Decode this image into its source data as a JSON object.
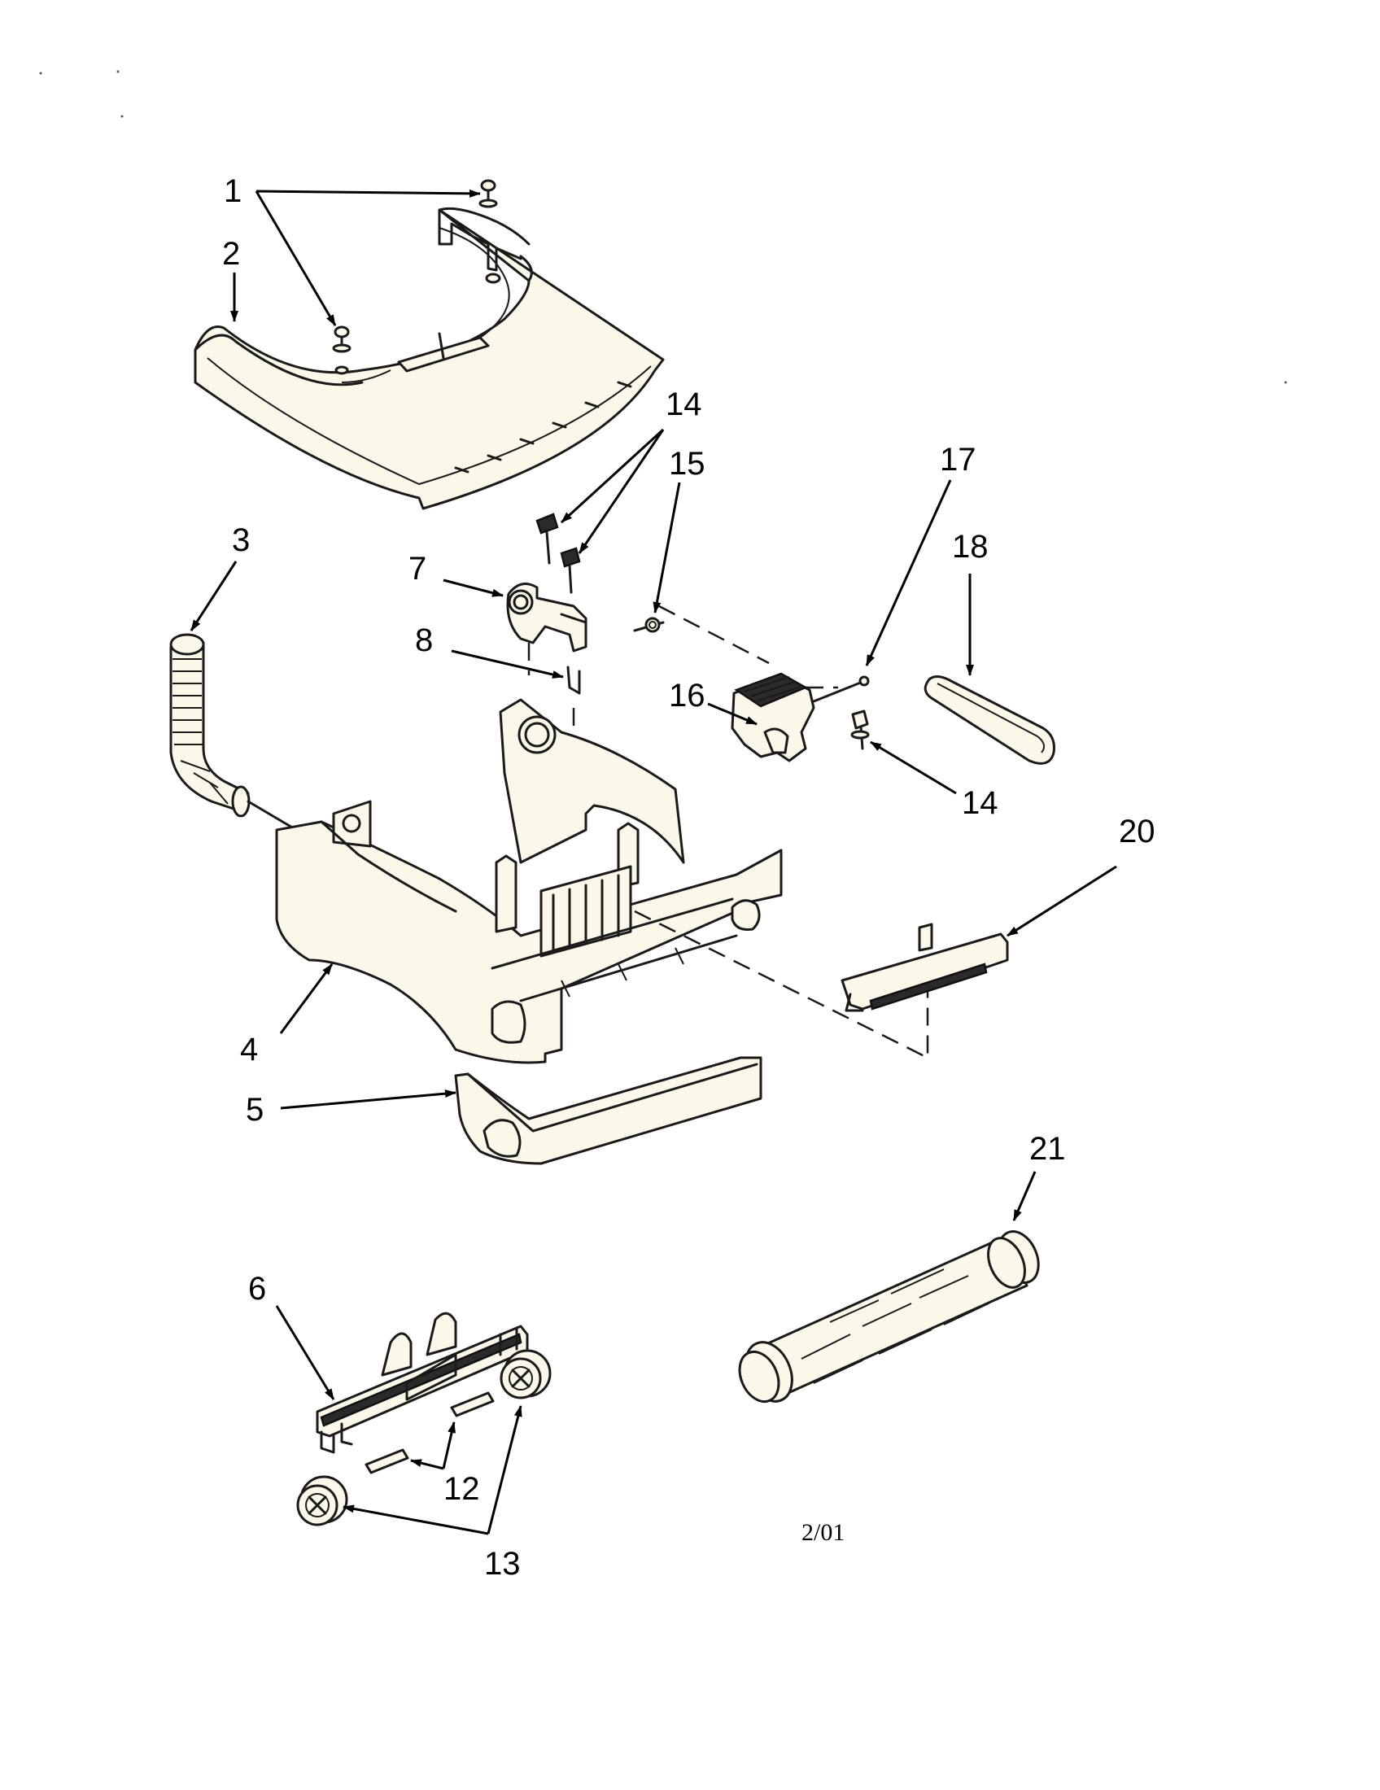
{
  "callouts": {
    "c1": "1",
    "c2": "2",
    "c3": "3",
    "c4": "4",
    "c5": "5",
    "c6": "6",
    "c7": "7",
    "c8": "8",
    "c12": "12",
    "c13": "13",
    "c14a": "14",
    "c14b": "14",
    "c15": "15",
    "c16": "16",
    "c17": "17",
    "c18": "18",
    "c20": "20",
    "c21": "21"
  },
  "revision_date": "2/01"
}
